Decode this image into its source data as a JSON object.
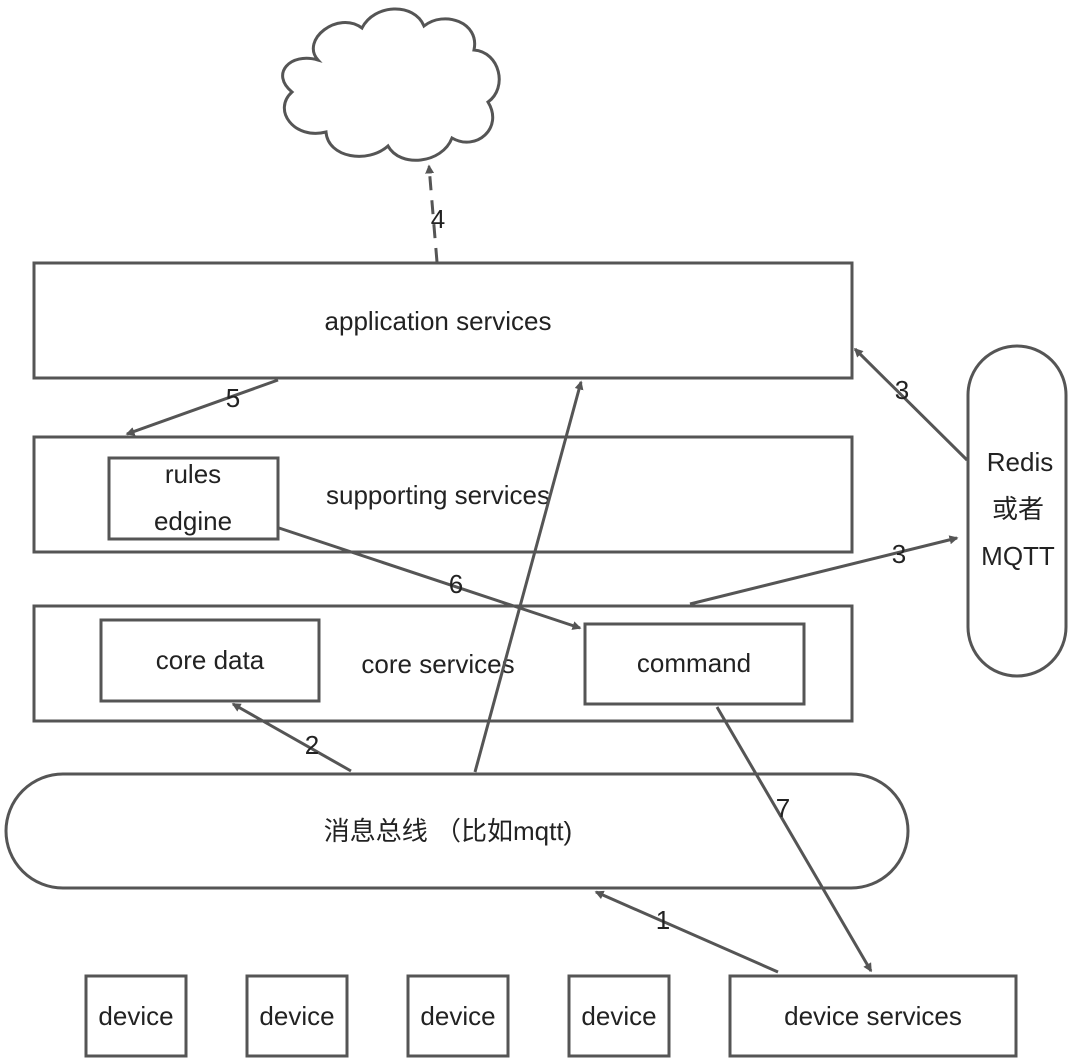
{
  "layers": {
    "application": "application services",
    "supporting": "supporting services",
    "core": "core services"
  },
  "modules": {
    "rules_line1": "rules",
    "rules_line2": "edgine",
    "core_data": "core data",
    "command": "command"
  },
  "bus": "消息总线 （比如mqtt)",
  "store": {
    "line1": "Redis",
    "line2": "或者",
    "line3": "MQTT"
  },
  "devices": [
    "device",
    "device",
    "device",
    "device"
  ],
  "device_services": "device services",
  "arrow_labels": {
    "a1": "1",
    "a2": "2",
    "a3_upper": "3",
    "a3_lower": "3",
    "a4": "4",
    "a5": "5",
    "a6": "6",
    "a7": "7"
  },
  "colors": {
    "stroke": "#555555",
    "text": "#222222",
    "background": "#ffffff"
  }
}
